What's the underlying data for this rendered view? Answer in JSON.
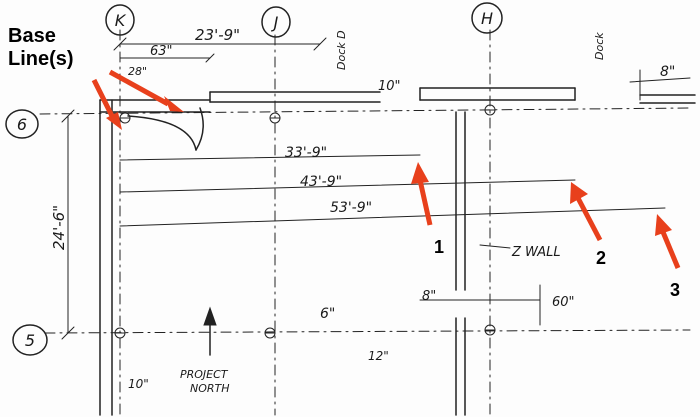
{
  "title": {
    "line1": "Base",
    "line2": "Line(s)"
  },
  "grid_labels": {
    "k": "K",
    "j": "J",
    "h": "H",
    "row6": "6",
    "row5": "5"
  },
  "dimensions": {
    "d1": "23'-9\"",
    "d2": "63\"",
    "d3": "28\"",
    "d4": "10\"",
    "d5": "33'-9\"",
    "d6": "43'-9\"",
    "d7": "53'-9\"",
    "d8": "24'-6\"",
    "d9": "8\"",
    "d10": "8\"",
    "d11": "60\"",
    "d12": "12\"",
    "d13": "6\"",
    "d14": "10\""
  },
  "notes": {
    "dock1": "Dock D",
    "dock2": "Dock",
    "wall": "Z WALL",
    "north1": "PROJECT",
    "north2": "NORTH"
  },
  "callouts": [
    "1",
    "2",
    "3"
  ],
  "colors": {
    "arrow": "#e8401c",
    "ink": "#222222"
  }
}
